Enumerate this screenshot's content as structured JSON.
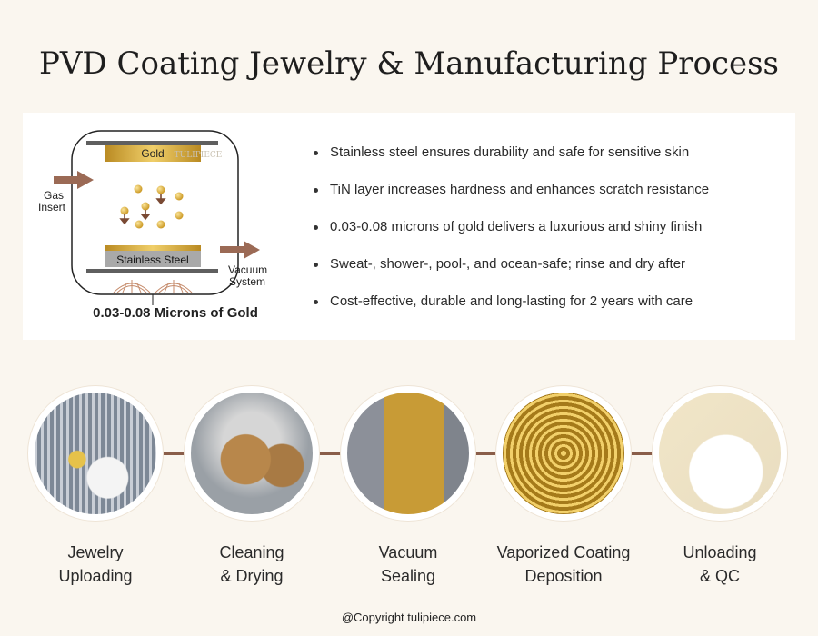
{
  "title": "PVD Coating Jewelry & Manufacturing Process",
  "diagram": {
    "target_label": "Gold",
    "watermark": "TULIPIECE",
    "substrate_label": "Stainless Steel",
    "gas_insert_line1": "Gas",
    "gas_insert_line2": "Insert",
    "vacuum_line1": "Vacuum",
    "vacuum_line2": "System",
    "caption": "0.03-0.08 Microns of Gold"
  },
  "bullets": [
    "Stainless steel ensures durability and safe for sensitive skin",
    "TiN layer increases hardness and enhances scratch resistance",
    "0.03-0.08 microns of gold delivers a luxurious and shiny finish",
    "Sweat-, shower-, pool-, and ocean-safe; rinse and dry after",
    "Cost-effective, durable and long-lasting for 2 years with care"
  ],
  "steps": [
    {
      "line1": "Jewelry",
      "line2": "Uploading"
    },
    {
      "line1": "Cleaning",
      "line2": "& Drying"
    },
    {
      "line1": "Vacuum",
      "line2": "Sealing"
    },
    {
      "line1": "Vaporized Coating",
      "line2": "Deposition"
    },
    {
      "line1": "Unloading",
      "line2": "& QC"
    }
  ],
  "footer": "@Copyright tulipiece.com",
  "colors": {
    "background": "#faf6ef",
    "gold": "#d9a93a",
    "arrow_brown": "#8a5e4a",
    "steel_gray": "#a9a9a9"
  }
}
